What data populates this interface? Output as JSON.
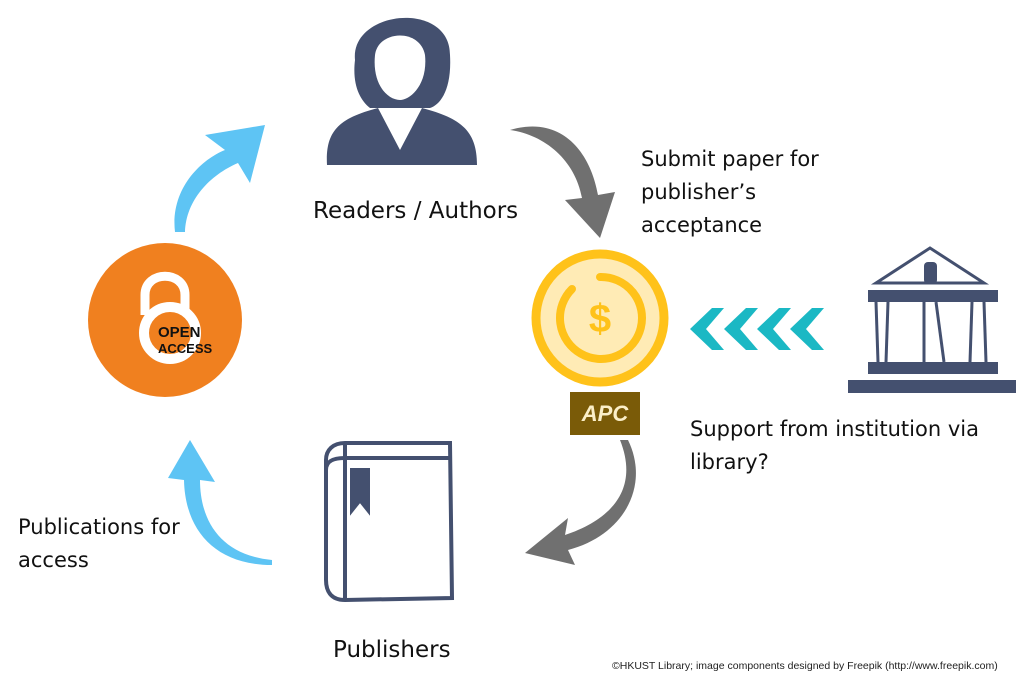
{
  "nodes": {
    "readers": {
      "label": "Readers / Authors"
    },
    "publishers": {
      "label": "Publishers"
    },
    "apc": {
      "label": "APC",
      "symbol": "$"
    },
    "open_access": {
      "line1": "OPEN",
      "line2": "ACCESS"
    }
  },
  "annotations": {
    "submit": [
      "Submit paper for",
      "publisher’s",
      "acceptance"
    ],
    "support": [
      "Support from institution via",
      "library?"
    ],
    "publications": [
      "Publications for",
      "access"
    ]
  },
  "credit": "©HKUST Library; image components designed by Freepik (http://www.freepik.com)",
  "colors": {
    "person": "#44506F",
    "orange": "#F0801F",
    "gold": "#FFC21A",
    "teal": "#1BB8C4",
    "blue_arrow": "#5EC4F4",
    "gray_arrow": "#707070",
    "apc_box": "#7A5B08"
  }
}
